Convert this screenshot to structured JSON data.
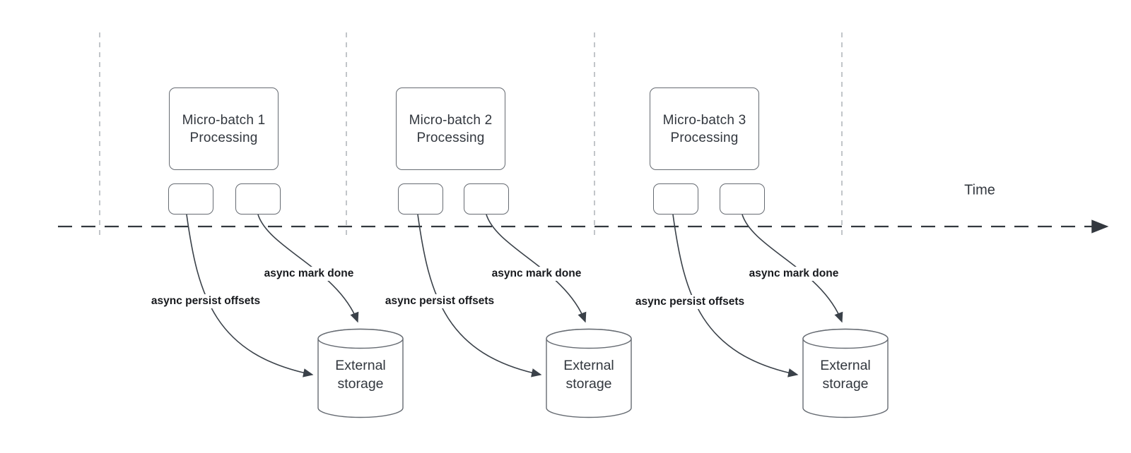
{
  "diagram": {
    "timeline_label": "Time"
  },
  "groups": [
    {
      "batch_line1": "Micro-batch 1",
      "batch_line2": "Processing",
      "persist_label": "async persist offsets",
      "done_label": "async mark done",
      "storage_line1": "External",
      "storage_line2": "storage"
    },
    {
      "batch_line1": "Micro-batch 2",
      "batch_line2": "Processing",
      "persist_label": "async persist offsets",
      "done_label": "async mark done",
      "storage_line1": "External",
      "storage_line2": "storage"
    },
    {
      "batch_line1": "Micro-batch 3",
      "batch_line2": "Processing",
      "persist_label": "async persist offsets",
      "done_label": "async mark done",
      "storage_line1": "External",
      "storage_line2": "storage"
    }
  ],
  "colors": {
    "background": "#ffffff",
    "shape_border": "#666b72",
    "shape_text": "#32373e",
    "arrow": "#3a4149",
    "timeline": "#33383f",
    "guide_line": "#b3b7bc",
    "label_text": "#17191d"
  }
}
